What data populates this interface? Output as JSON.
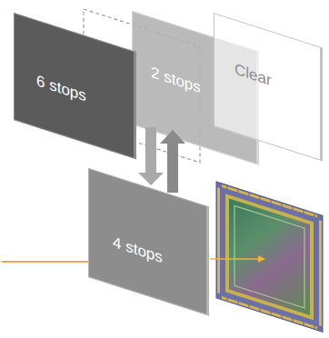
{
  "diagram": {
    "nodes": [
      {
        "text": [
          "6 stops"
        ]
      },
      {
        "text": [
          "2 stops"
        ]
      },
      {
        "text": [
          "Clear"
        ]
      },
      {
        "text": [
          "4 stops"
        ]
      }
    ]
  }
}
